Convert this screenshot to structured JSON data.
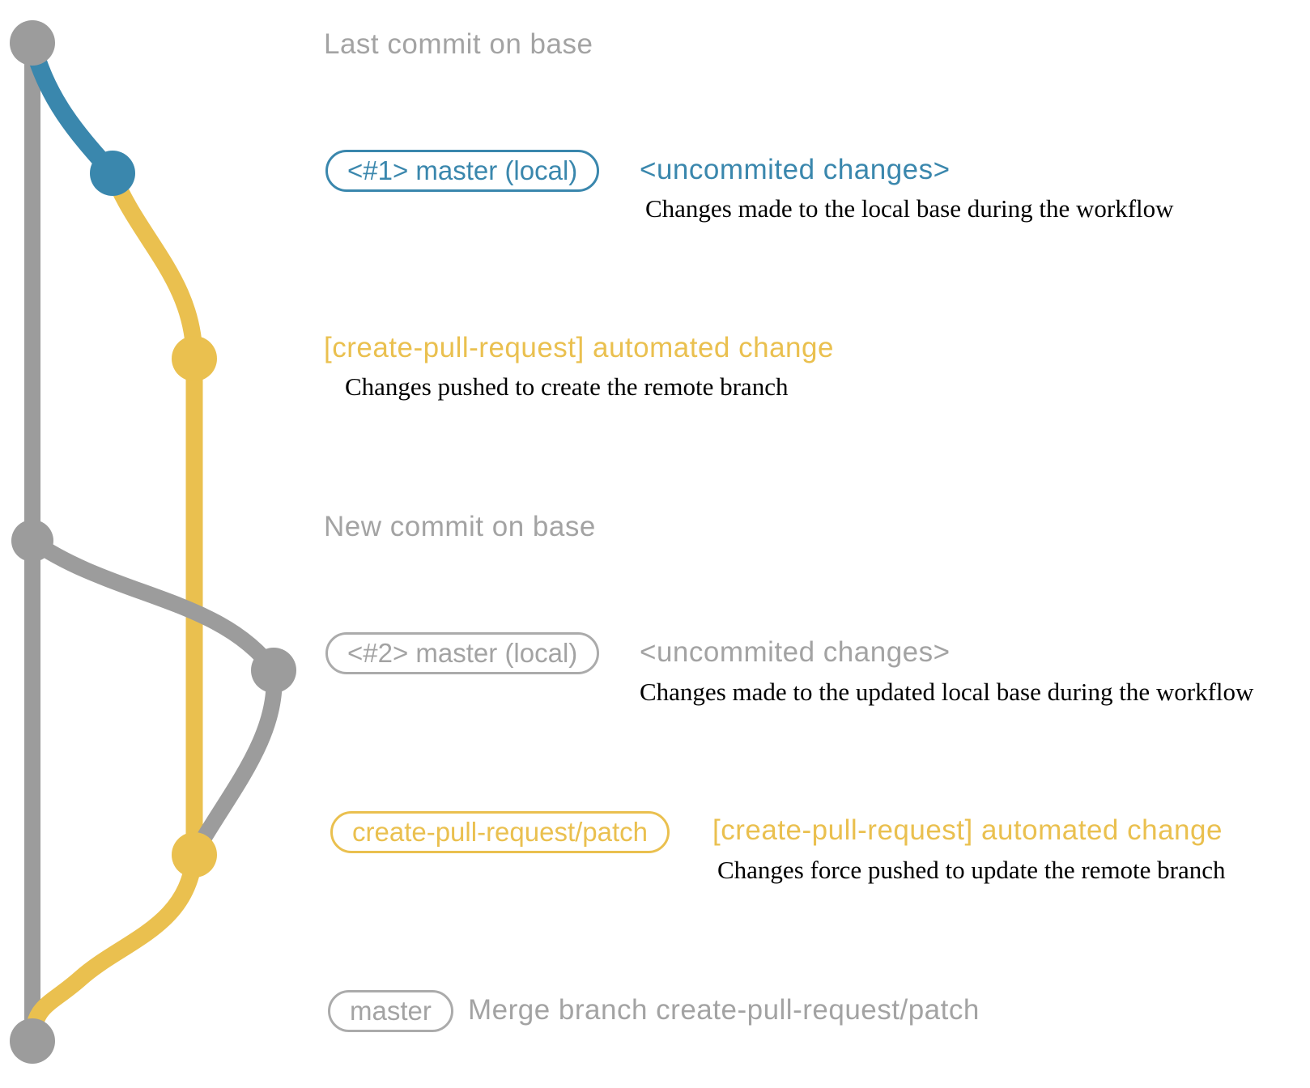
{
  "colors": {
    "gray_graph": "#9c9c9c",
    "gray_text": "#a3a3a3",
    "gray_border": "#ababab",
    "blue": "#3a87ad",
    "yellow": "#eac04f",
    "black": "#000000"
  },
  "graph_semantics": {
    "type": "git-commit-graph",
    "branches": [
      {
        "name": "base (remote master)",
        "color": "gray"
      },
      {
        "name": "master (local)",
        "color": "blue / gray"
      },
      {
        "name": "create-pull-request/patch",
        "color": "yellow"
      }
    ]
  },
  "commits": [
    {
      "title": "Last commit on base",
      "title_color": "gray"
    },
    {
      "pill": "<#1> master (local)",
      "title": "<uncommited changes>",
      "title_color": "blue",
      "description": "Changes made to the local base during the workflow"
    },
    {
      "title": "[create-pull-request] automated change",
      "title_color": "yellow",
      "description": "Changes pushed to create the remote branch"
    },
    {
      "title": "New commit on base",
      "title_color": "gray"
    },
    {
      "pill": "<#2> master (local)",
      "title": "<uncommited changes>",
      "title_color": "gray",
      "description": "Changes made to the updated local base during the workflow"
    },
    {
      "pill": "create-pull-request/patch",
      "title": "[create-pull-request] automated change",
      "title_color": "yellow",
      "description": "Changes force pushed to update the remote branch"
    },
    {
      "pill": "master",
      "title": "Merge branch create-pull-request/patch",
      "title_color": "gray"
    }
  ]
}
